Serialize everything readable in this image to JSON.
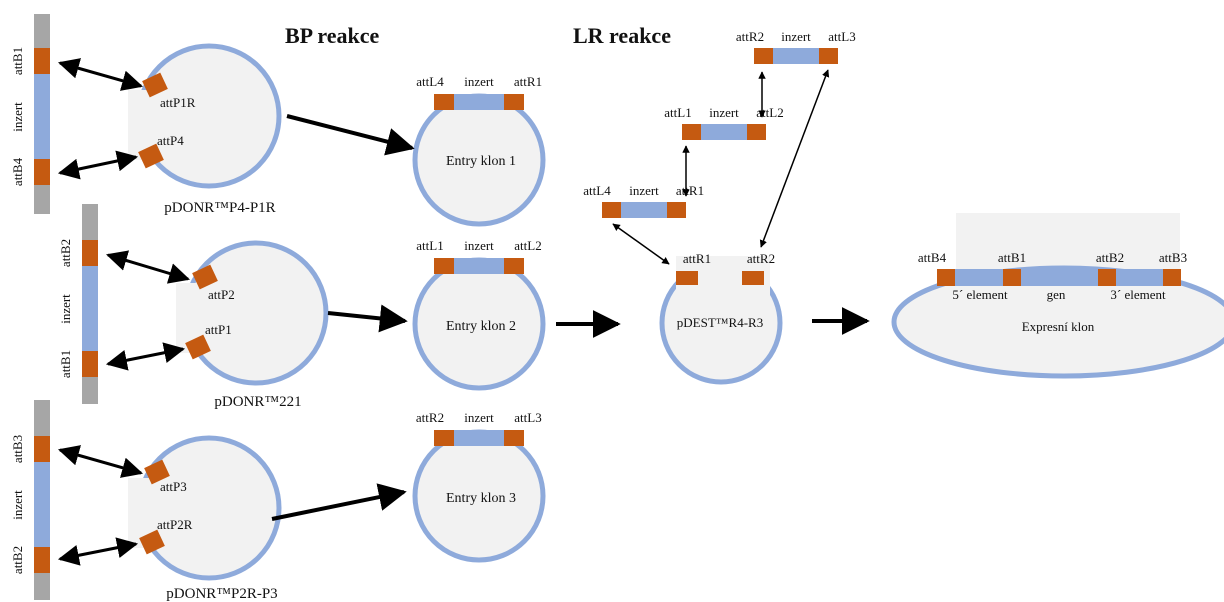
{
  "titles": {
    "bp": "BP reakce",
    "lr": "LR reakce"
  },
  "donor": [
    {
      "vertical": {
        "top": "attB1",
        "mid": "inzert",
        "bottom": "attB4"
      },
      "sites": [
        "attP1R",
        "attP4"
      ],
      "name": "pDONR™P4-P1R"
    },
    {
      "vertical": {
        "top": "attB2",
        "mid": "inzert",
        "bottom": "attB1"
      },
      "sites": [
        "attP2",
        "attP1"
      ],
      "name": "pDONR™221"
    },
    {
      "vertical": {
        "top": "attB3",
        "mid": "inzert",
        "bottom": "attB2"
      },
      "sites": [
        "attP3",
        "attP2R"
      ],
      "name": "pDONR™P2R-P3"
    }
  ],
  "entry": [
    {
      "left": "attL4",
      "mid": "inzert",
      "right": "attR1",
      "name": "Entry klon 1"
    },
    {
      "left": "attL1",
      "mid": "inzert",
      "right": "attL2",
      "name": "Entry klon 2"
    },
    {
      "left": "attR2",
      "mid": "inzert",
      "right": "attL3",
      "name": "Entry klon 3"
    }
  ],
  "stack": [
    {
      "left": "attR2",
      "mid": "inzert",
      "right": "attL3"
    },
    {
      "left": "attL1",
      "mid": "inzert",
      "right": "attL2"
    },
    {
      "left": "attL4",
      "mid": "inzert",
      "right": "attR1"
    }
  ],
  "dest": {
    "left": "attR1",
    "right": "attR2",
    "name": "pDEST™R4-R3"
  },
  "expression": {
    "sites": [
      "attB4",
      "attB1",
      "attB2",
      "attB3"
    ],
    "parts": [
      "5´ element",
      "gen",
      "3´ element"
    ],
    "name": "Expresní klon"
  },
  "colors": {
    "ring": "#8eaadb",
    "site": "#c55a11",
    "gray": "#a6a6a6",
    "fill": "#f2f2f2",
    "arrow": "#000000"
  }
}
